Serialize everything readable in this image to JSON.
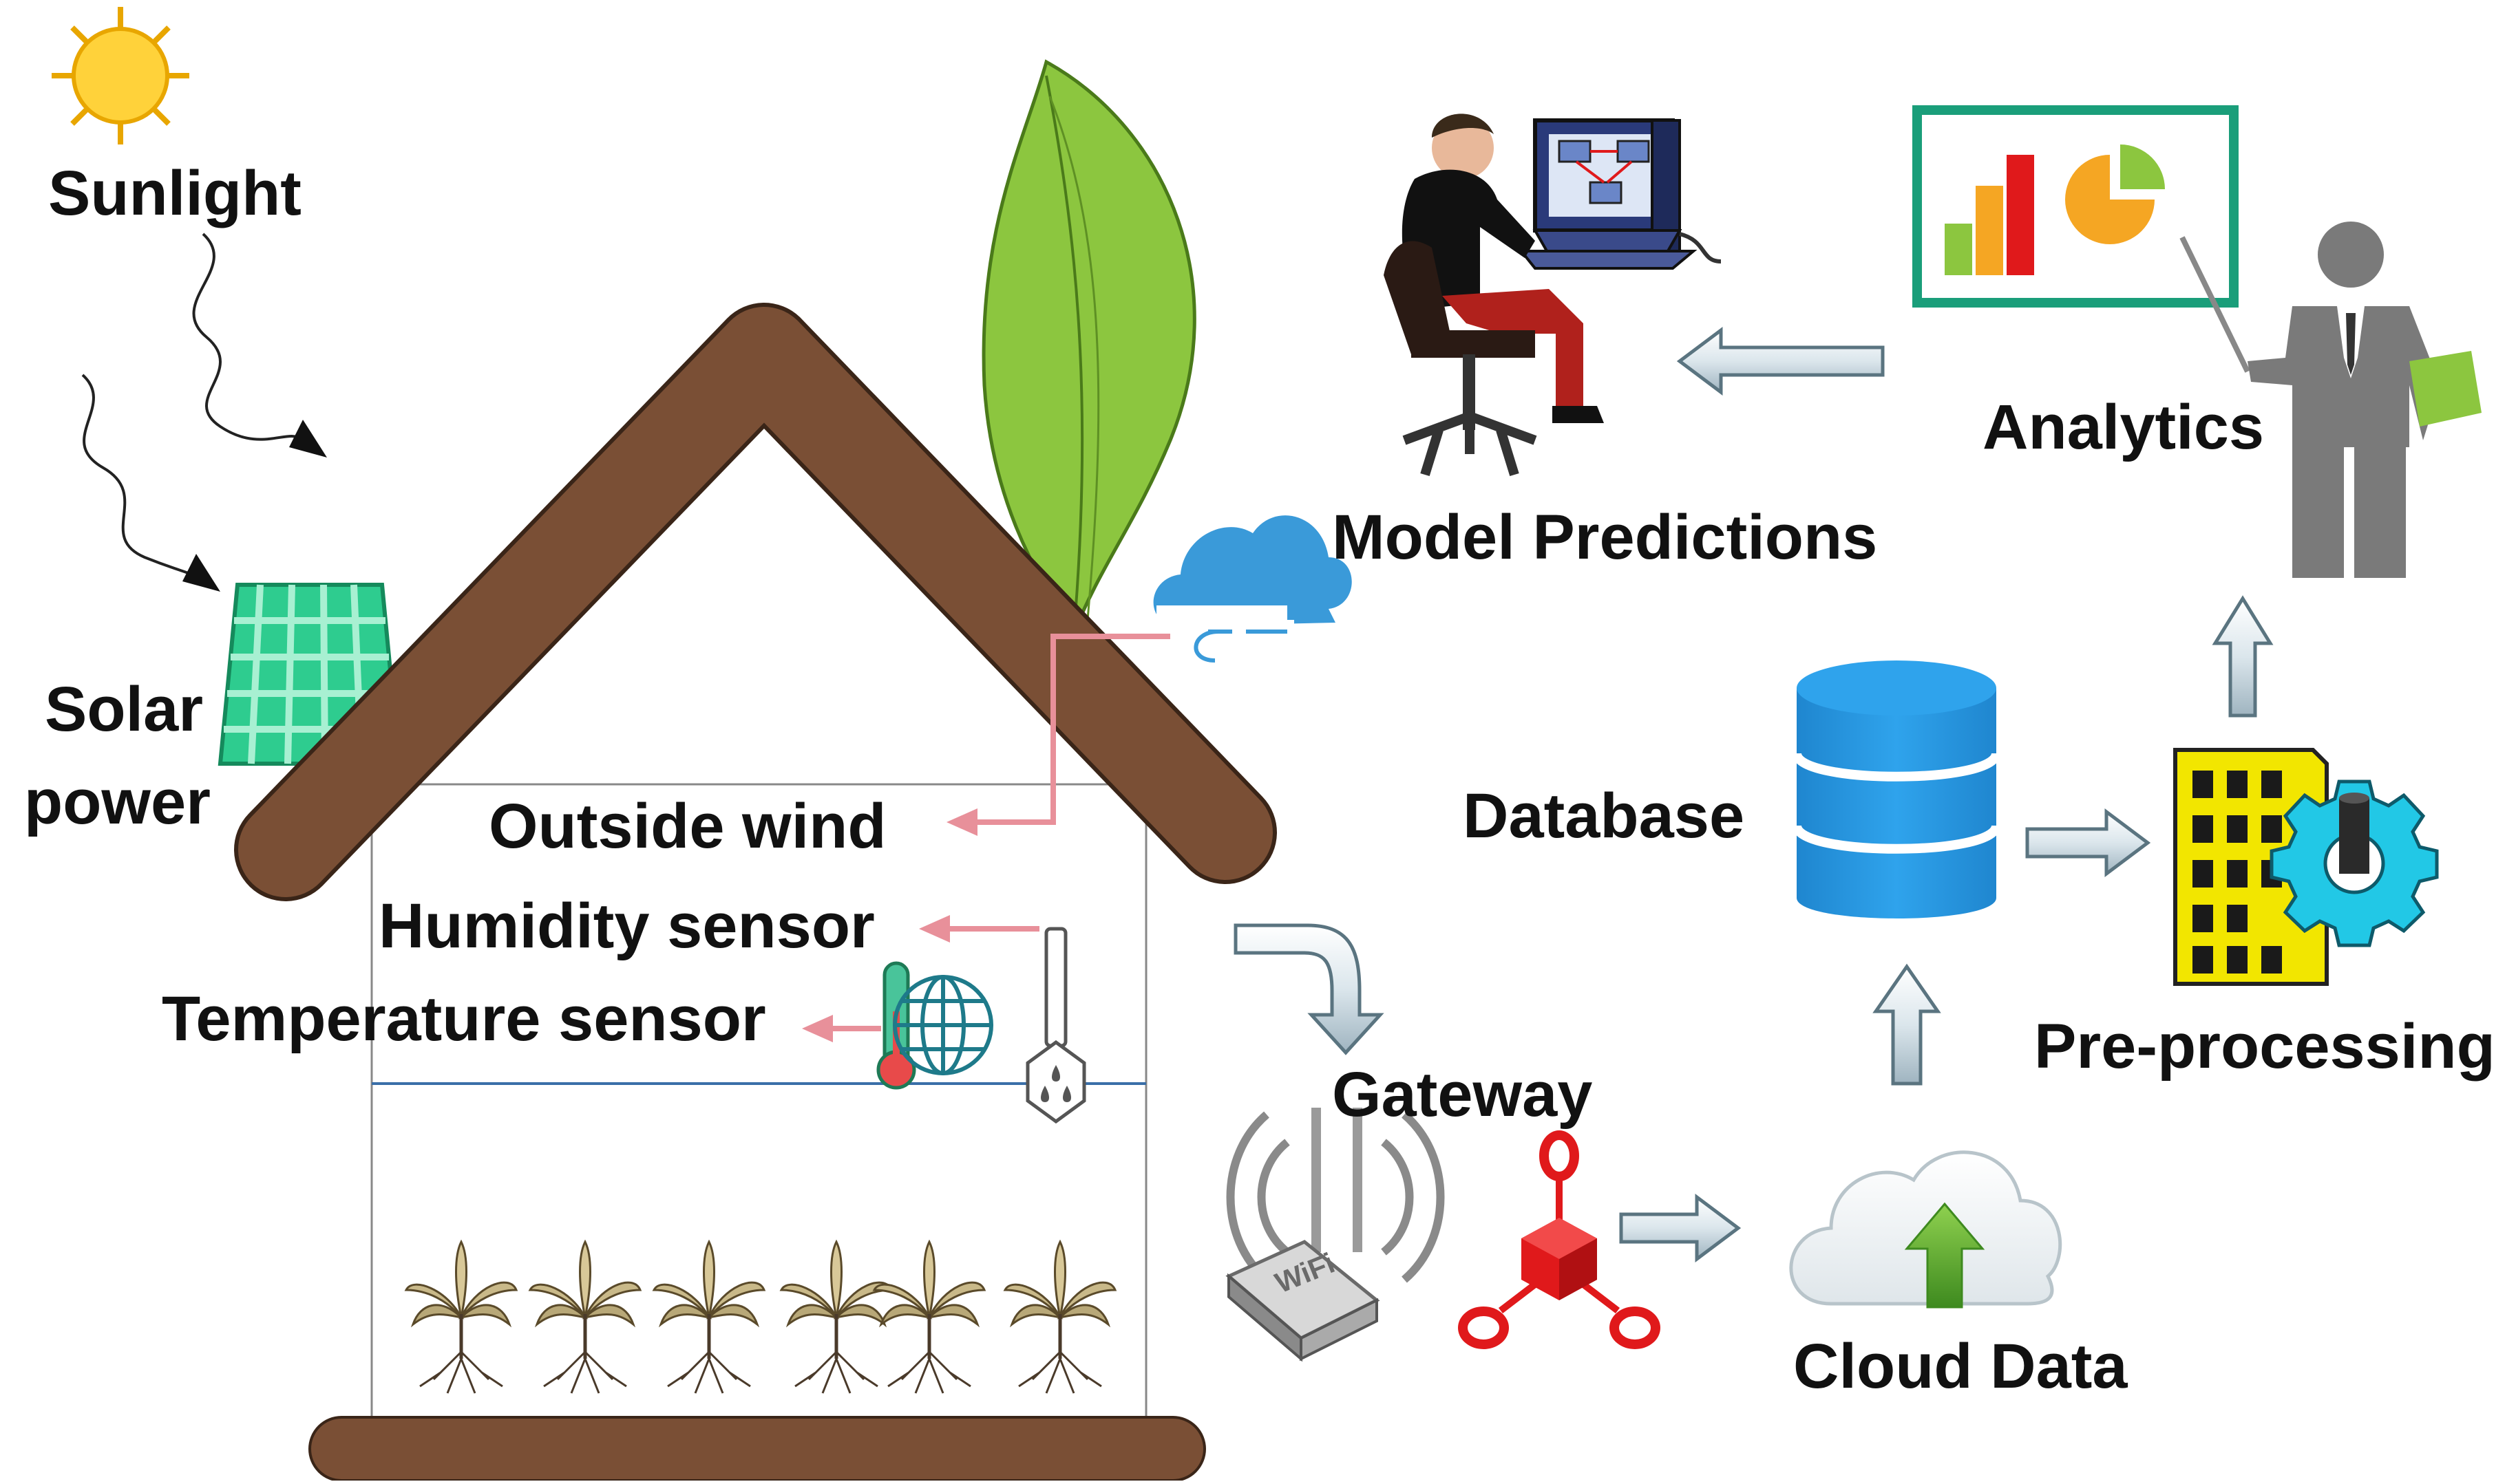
{
  "labels": {
    "sunlight": "Sunlight",
    "solar_line1": "Solar",
    "solar_line2": "power",
    "outside_wind": "Outside wind",
    "humidity_sensor": "Humidity sensor",
    "temperature_sensor": "Temperature sensor",
    "gateway": "Gateway",
    "cloud_data": "Cloud Data",
    "database": "Database",
    "pre_processing": "Pre-processing",
    "analytics": "Analytics",
    "model_predictions": "Model Predictions"
  },
  "router_text": "WiFi",
  "colors": {
    "roof": "#7a4f35",
    "leaf": "#8cc63f",
    "solar_panel": "#2ecc8f",
    "database": "#1f8fd6",
    "wind_cloud": "#3a9ad9",
    "sensor_arrow": "#e8909a",
    "flow_arrow_fill": "#e6eef2",
    "flow_arrow_stroke": "#5a7480",
    "gateway_cube": "#e0191b",
    "board_frame": "#1a9e7a",
    "building": "#f2e600",
    "gear": "#22c8e6",
    "upload_arrow": "#6ab23a"
  }
}
